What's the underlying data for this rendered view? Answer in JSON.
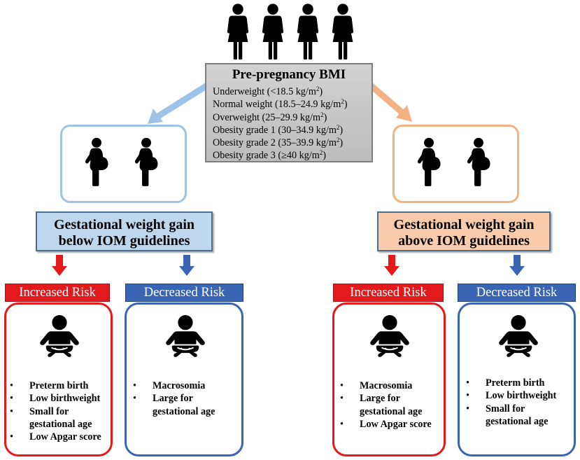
{
  "diagram": {
    "top": {
      "title": "Pre-pregnancy BMI",
      "categories": [
        {
          "name": "Underweight (<18.5 kg/m",
          "sup": "2",
          "tail": ")"
        },
        {
          "name": "Normal weight (18.5–24.9 kg/m",
          "sup": "2",
          "tail": ")"
        },
        {
          "name": "Overweight (25–29.9 kg/m",
          "sup": "2",
          "tail": ")"
        },
        {
          "name": "Obesity grade 1 (30–34.9 kg/m",
          "sup": "2",
          "tail": ")"
        },
        {
          "name": "Obesity grade 2 (35–39.9 kg/m",
          "sup": "2",
          "tail": ")"
        },
        {
          "name": "Obesity grade 3 (≥40 kg/m",
          "sup": "2",
          "tail": ")"
        }
      ]
    },
    "left": {
      "gain_label_line1": "Gestational weight gain",
      "gain_label_line2": "below IOM guidelines",
      "increased": {
        "label": "Increased Risk",
        "outcomes": [
          "Preterm birth",
          "Low birthweight",
          "Small for gestational age",
          "Low Apgar score"
        ]
      },
      "decreased": {
        "label": "Decreased Risk",
        "outcomes": [
          "Macrosomia",
          "Large for gestational age"
        ]
      }
    },
    "right": {
      "gain_label_line1": "Gestational weight gain",
      "gain_label_line2": "above IOM guidelines",
      "increased": {
        "label": "Increased Risk",
        "outcomes": [
          "Macrosomia",
          "Large for gestational age",
          "Low Apgar score"
        ]
      },
      "decreased": {
        "label": "Decreased Risk",
        "outcomes": [
          "Preterm birth",
          "Low birthweight",
          "Small for gestational age"
        ]
      }
    },
    "bullet_char": "•",
    "icons": {
      "women": "woman-icon",
      "pregnant": "pregnant-woman-icon",
      "baby": "baby-icon",
      "arrows": "arrow-down-icon"
    },
    "colors": {
      "left_accent": "#9dc3e6",
      "right_accent": "#f4b183",
      "left_fill": "#bdd7ee",
      "right_fill": "#f8cbad",
      "increased": "#e31a1c",
      "decreased": "#3a65b5",
      "bmi_fill": "#c8c8c8"
    }
  }
}
